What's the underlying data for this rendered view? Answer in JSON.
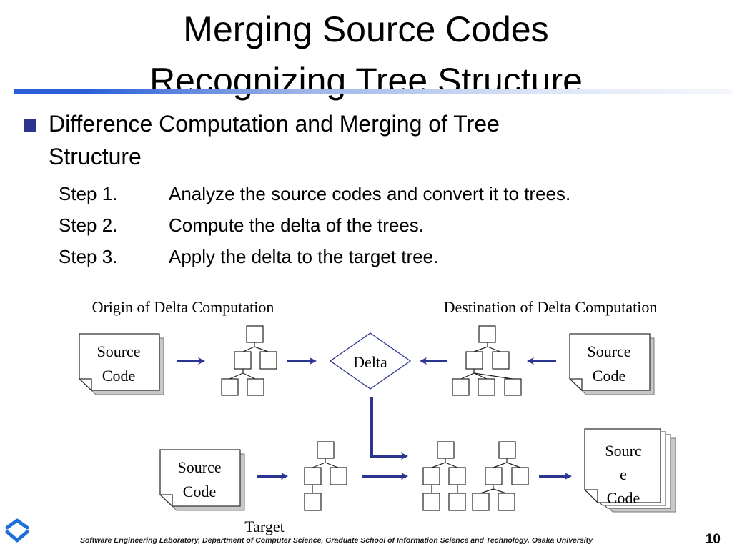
{
  "title": {
    "line1": "Merging Source Codes",
    "line2": "Recognizing Tree Structure"
  },
  "bullet": {
    "line1": "Difference Computation and Merging of Tree",
    "line2": "Structure"
  },
  "steps": [
    {
      "label": "Step 1.",
      "text": "Analyze the source codes and convert it to trees."
    },
    {
      "label": "Step 2.",
      "text": "Compute the delta of the trees."
    },
    {
      "label": "Step 3.",
      "text": "Apply the delta to the target tree."
    }
  ],
  "diagram": {
    "origin_label": "Origin of Delta Computation",
    "destination_label": "Destination of Delta Computation",
    "source_code_line1": "Source",
    "source_code_line2": "Code",
    "delta_label": "Delta",
    "target_label": "Target",
    "result_doc_line1": "Sourc",
    "result_doc_line2": "e",
    "result_doc_line3": "Code"
  },
  "footer": "Software Engineering Laboratory,  Department of Computer Science,  Graduate School of Information Science and Technology,  Osaka University",
  "page_number": "10",
  "colors": {
    "arrow": "#2b3590",
    "accent_rule": "#2a5fd9",
    "logo": "#1e6fd9"
  }
}
